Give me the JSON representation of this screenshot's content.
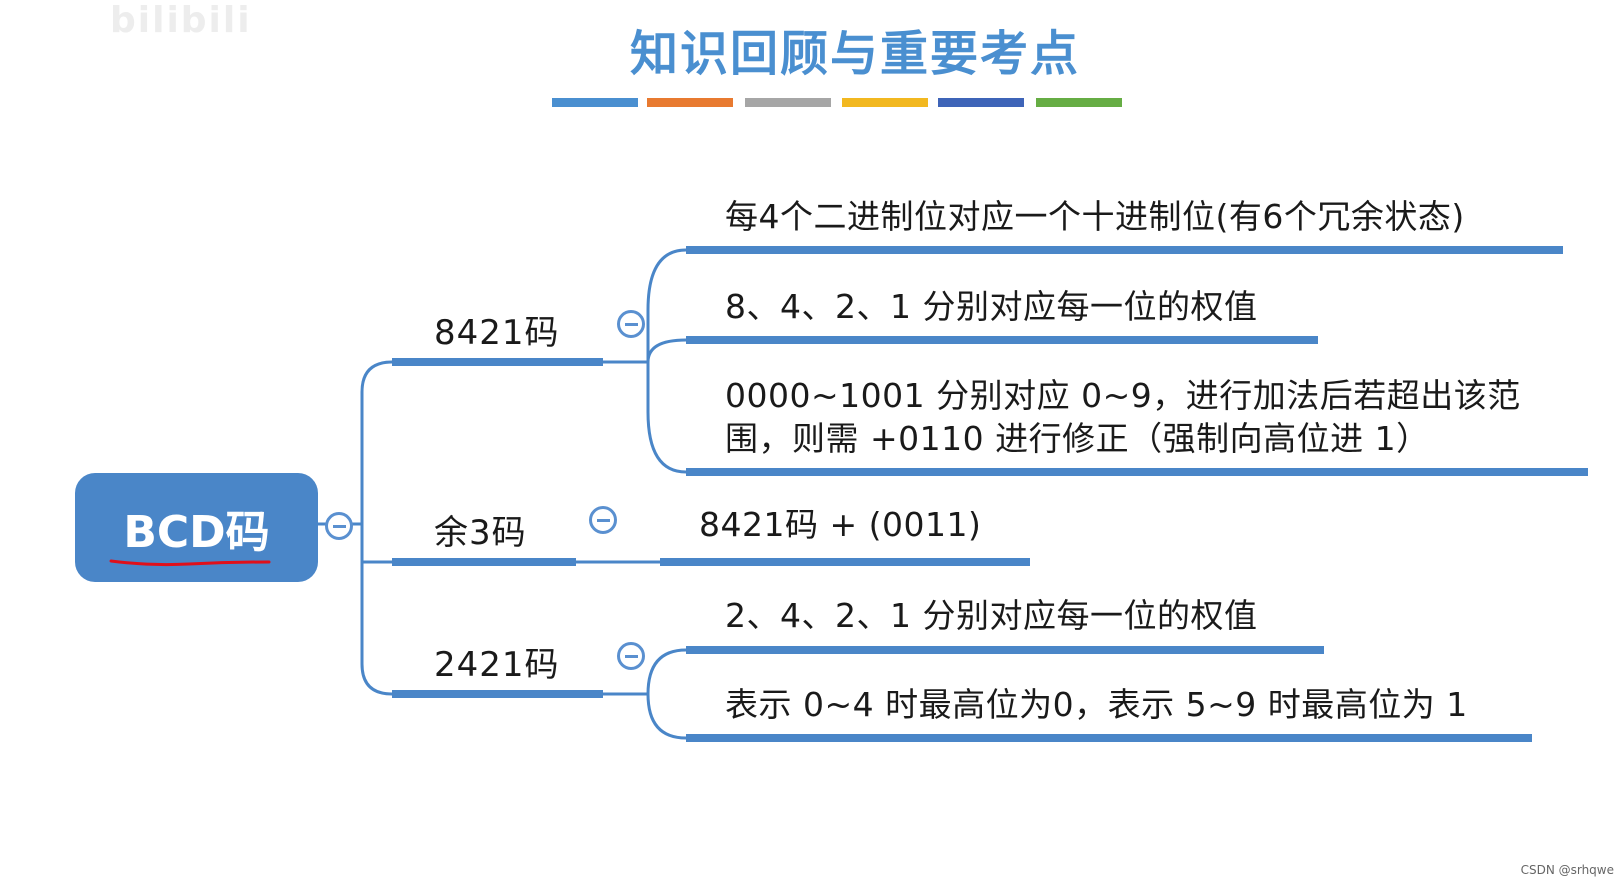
{
  "watermark": "bilibili",
  "title": "知识回顾与重要考点",
  "title_bar_colors": [
    "#4a8fd0",
    "#e87a30",
    "#a6a6a6",
    "#f2b820",
    "#3e64b8",
    "#66ad44"
  ],
  "root": {
    "label": "BCD码"
  },
  "branches": [
    {
      "label": "8421码",
      "items": [
        "每4个二进制位对应一个十进制位(有6个冗余状态)",
        "8、4、2、1 分别对应每一位的权值",
        "0000~1001 分别对应 0~9，进行加法后若超出该范围，则需 +0110 进行修正（强制向高位进 1）"
      ],
      "item_line1": "0000~1001 分别对应 0~9，进行加法后若超出该范",
      "item_line2": "围，则需 +0110 进行修正（强制向高位进 1）"
    },
    {
      "label": "余3码",
      "items": [
        "8421码 + (0011)"
      ]
    },
    {
      "label": "2421码",
      "items": [
        "2、4、2、1 分别对应每一位的权值",
        "表示 0~4 时最高位为0，表示 5~9 时最高位为 1"
      ]
    }
  ],
  "credit": "CSDN @srhqwe",
  "colors": {
    "accent": "#4a86c8",
    "underline": "#e0101a"
  }
}
